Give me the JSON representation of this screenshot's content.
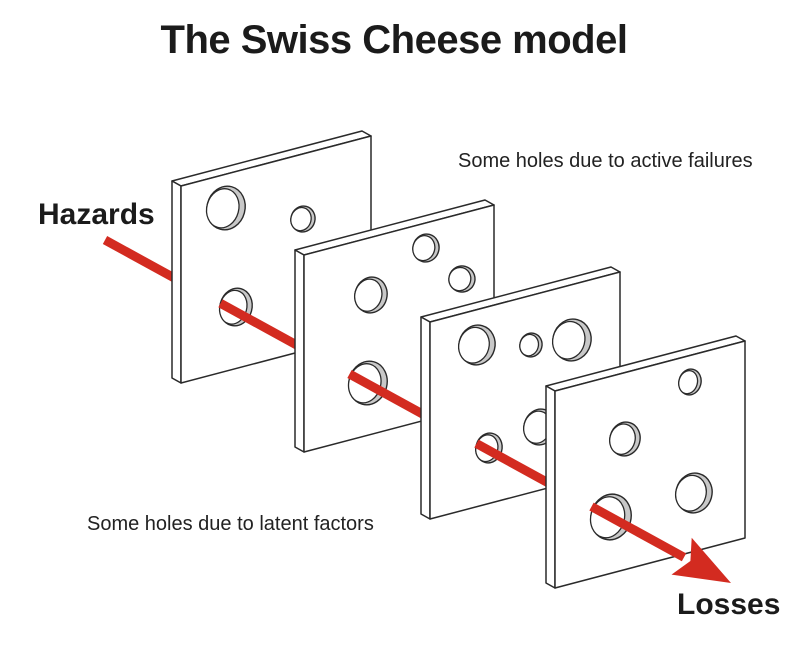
{
  "title": "The Swiss Cheese model",
  "labels": {
    "hazards": "Hazards",
    "losses": "Losses",
    "active_failures": "Some holes due to active failures",
    "latent_factors": "Some holes due to latent factors"
  },
  "colors": {
    "background": "#ffffff",
    "outline": "#2a2a2a",
    "slice_face": "#ffffff",
    "hole_wall": "#c8c8c8",
    "arrow_red": "#d32b20",
    "text": "#1b1b1b"
  },
  "diagram": {
    "slice_size": {
      "width": 190,
      "height": 197,
      "top_slope_dy": -50,
      "depth_dx": -9,
      "depth_dy": -5
    },
    "hole_tilt_deg": 15,
    "slices": [
      {
        "name": "cheese-slice-1",
        "tl": [
          181,
          186
        ],
        "holes": [
          {
            "c": [
              226,
              208
            ],
            "rx": 19,
            "ry": 22
          },
          {
            "c": [
              303,
              219
            ],
            "rx": 12,
            "ry": 13
          },
          {
            "c": [
              236,
              307
            ],
            "rx": 16,
            "ry": 19,
            "arrow": true
          }
        ]
      },
      {
        "name": "cheese-slice-2",
        "tl": [
          304,
          255
        ],
        "holes": [
          {
            "c": [
              426,
              248
            ],
            "rx": 13,
            "ry": 14
          },
          {
            "c": [
              462,
              279
            ],
            "rx": 13,
            "ry": 13
          },
          {
            "c": [
              371,
              295
            ],
            "rx": 16,
            "ry": 18
          },
          {
            "c": [
              368,
              383
            ],
            "rx": 19,
            "ry": 22,
            "arrow": true
          }
        ]
      },
      {
        "name": "cheese-slice-3",
        "tl": [
          430,
          322
        ],
        "holes": [
          {
            "c": [
              477,
              345
            ],
            "rx": 18,
            "ry": 20
          },
          {
            "c": [
              531,
              345
            ],
            "rx": 11,
            "ry": 12
          },
          {
            "c": [
              572,
              340
            ],
            "rx": 19,
            "ry": 21
          },
          {
            "c": [
              540,
              427
            ],
            "rx": 16,
            "ry": 18
          },
          {
            "c": [
              489,
              448
            ],
            "rx": 13,
            "ry": 15,
            "arrow": true
          }
        ]
      },
      {
        "name": "cheese-slice-4",
        "tl": [
          555,
          391
        ],
        "holes": [
          {
            "c": [
              690,
              382
            ],
            "rx": 11,
            "ry": 13
          },
          {
            "c": [
              625,
              439
            ],
            "rx": 15,
            "ry": 17
          },
          {
            "c": [
              694,
              493
            ],
            "rx": 18,
            "ry": 20
          },
          {
            "c": [
              611,
              517
            ],
            "rx": 20,
            "ry": 23,
            "arrow": true
          }
        ]
      }
    ],
    "arrow": {
      "width": 9,
      "segments": [
        [
          [
            105,
            240.0
          ],
          [
            223,
            304.7
          ]
        ],
        [
          [
            220.5,
            303.3
          ],
          [
            352,
            375.4
          ]
        ],
        [
          [
            349.5,
            374.0
          ],
          [
            479,
            445.0
          ]
        ],
        [
          [
            476.5,
            443.6
          ],
          [
            594,
            508.0
          ]
        ],
        [
          [
            591.5,
            506.6
          ],
          [
            684,
            557.3
          ]
        ]
      ],
      "head": [
        [
          731,
          583
        ],
        [
          671.5,
          574.6
        ],
        [
          690.4,
          561.0
        ],
        [
          691.7,
          537.8
        ]
      ]
    }
  }
}
